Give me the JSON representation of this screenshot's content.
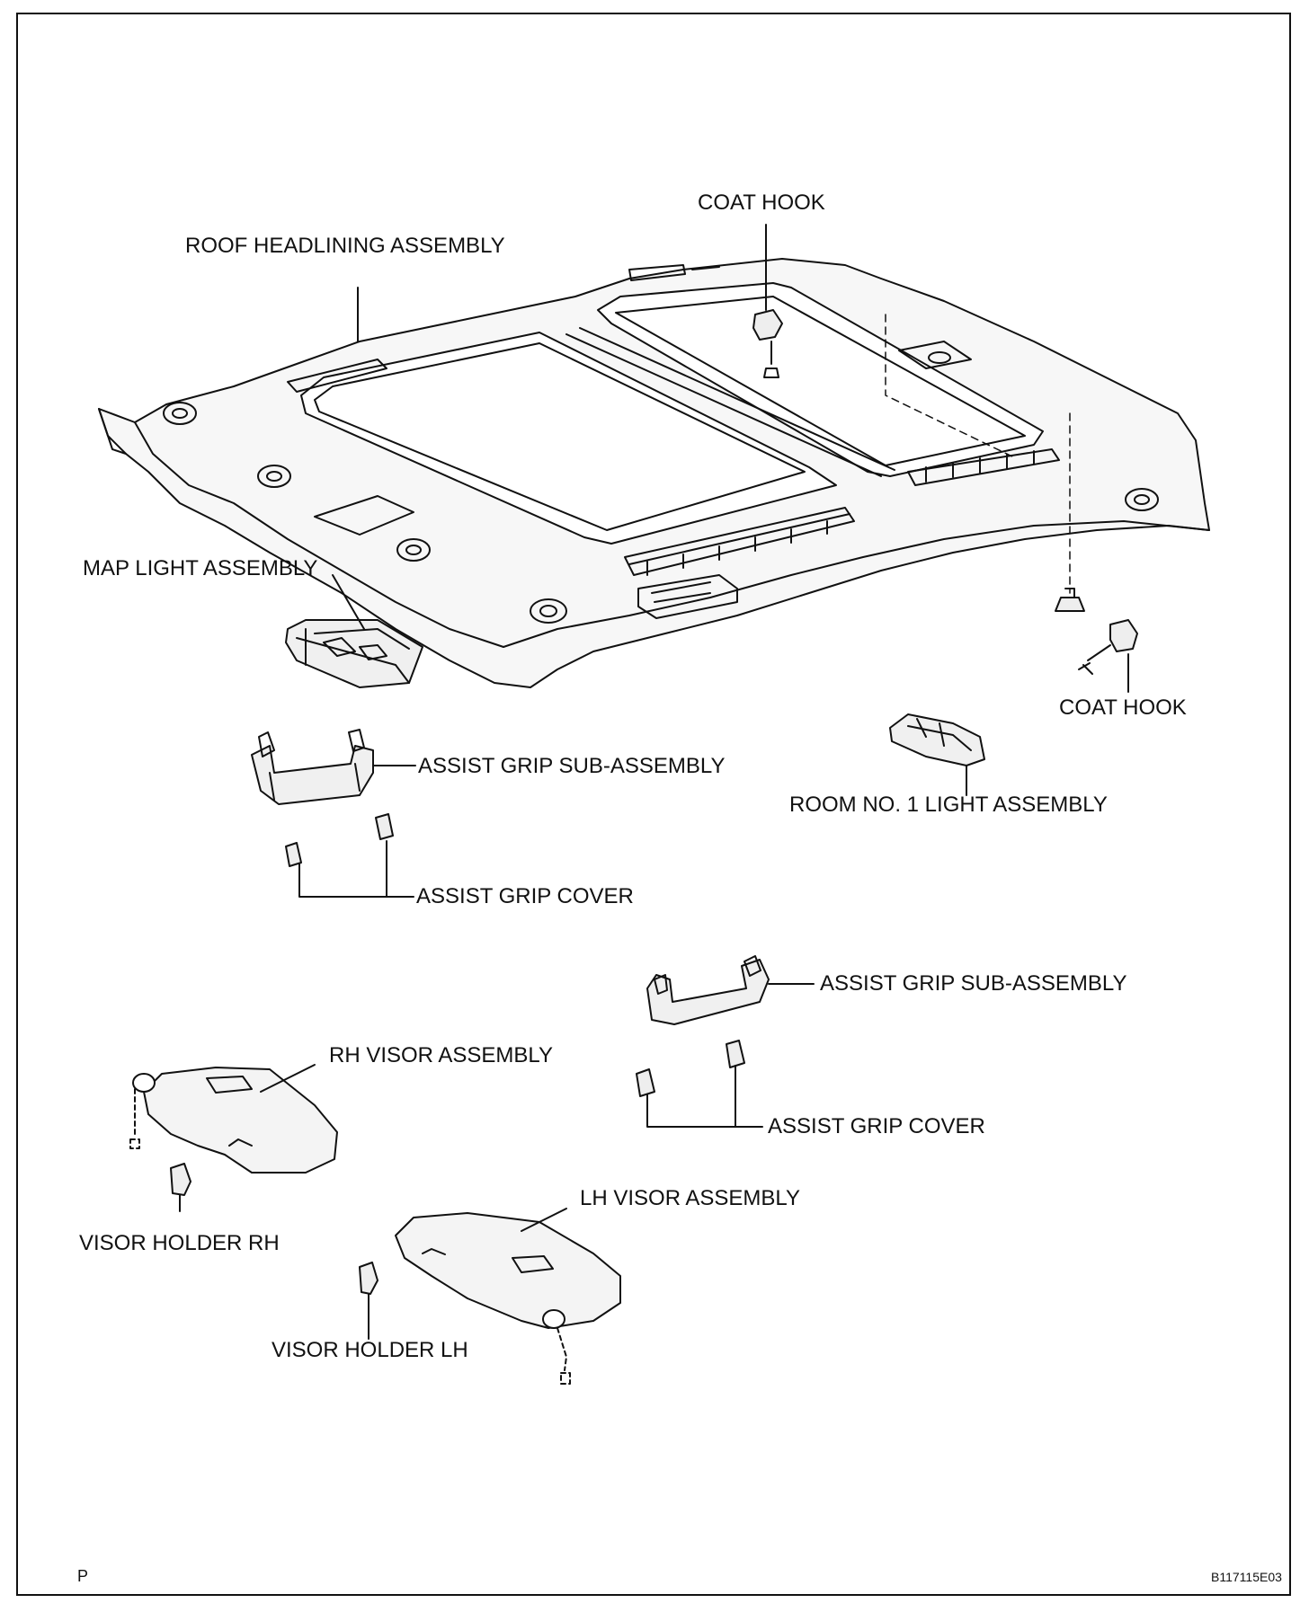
{
  "labels": {
    "coat_hook_top": "COAT HOOK",
    "roof_headlining": "ROOF HEADLINING ASSEMBLY",
    "map_light": "MAP LIGHT ASSEMBLY",
    "coat_hook_right": "COAT HOOK",
    "assist_grip_sub_1": "ASSIST GRIP SUB-ASSEMBLY",
    "room_light": "ROOM NO. 1 LIGHT ASSEMBLY",
    "assist_grip_cover_1": "ASSIST GRIP COVER",
    "assist_grip_sub_2": "ASSIST GRIP SUB-ASSEMBLY",
    "rh_visor": "RH VISOR ASSEMBLY",
    "assist_grip_cover_2": "ASSIST GRIP COVER",
    "lh_visor": "LH VISOR ASSEMBLY",
    "visor_holder_rh": "VISOR HOLDER RH",
    "visor_holder_lh": "VISOR HOLDER LH"
  },
  "footer": {
    "left_mark": "P",
    "figure_code": "B117115E03"
  }
}
